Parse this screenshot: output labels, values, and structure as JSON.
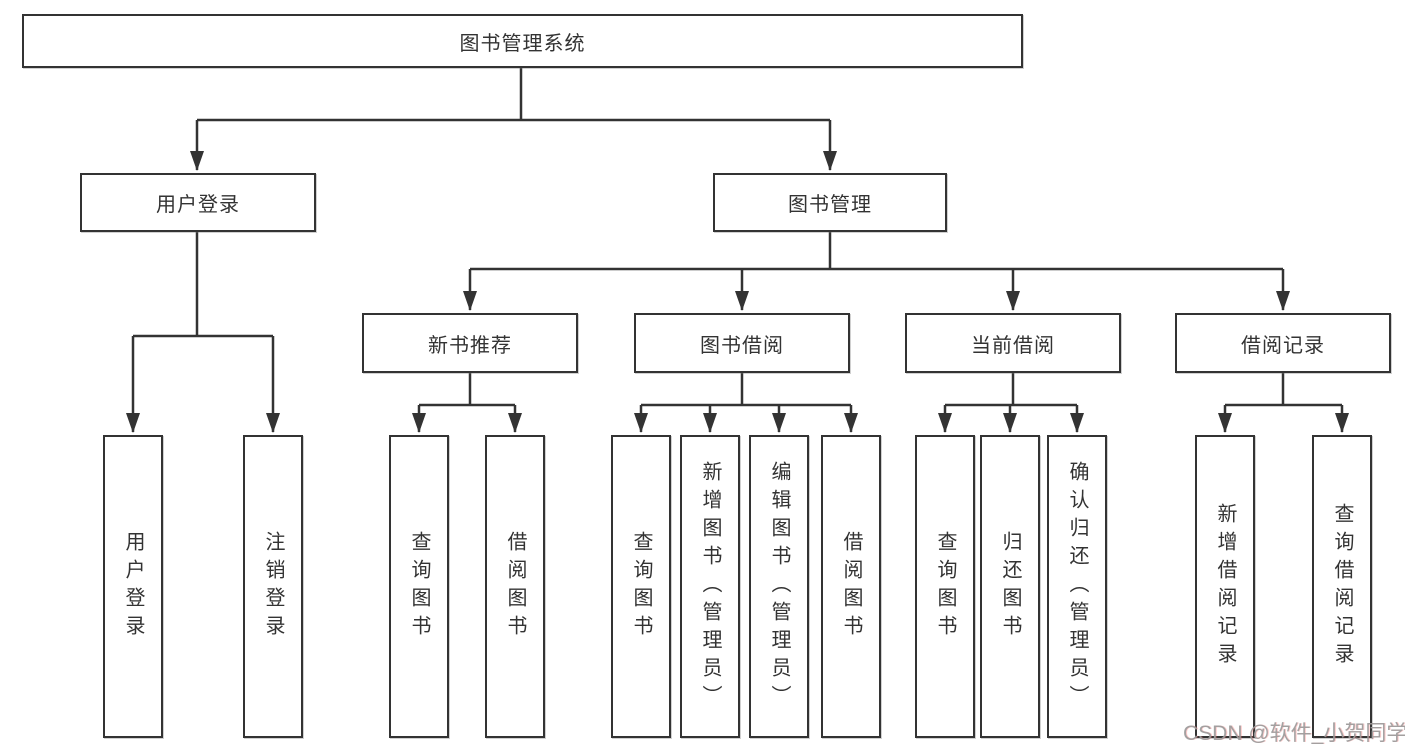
{
  "diagram": {
    "type": "hierarchy-tree",
    "colors": {
      "line": "#333333",
      "box_border": "#333333",
      "box_background": "#ffffff",
      "text": "#333333",
      "watermark_text": "#9b9b9b"
    },
    "root": {
      "label": "图书管理系统"
    },
    "level2": [
      {
        "label": "用户登录"
      },
      {
        "label": "图书管理"
      }
    ],
    "level3": [
      {
        "label": "新书推荐"
      },
      {
        "label": "图书借阅"
      },
      {
        "label": "当前借阅"
      },
      {
        "label": "借阅记录"
      }
    ],
    "leaves": {
      "user_login": [
        {
          "label": "用户登录"
        },
        {
          "label": "注销登录"
        }
      ],
      "new_book": [
        {
          "label": "查询图书"
        },
        {
          "label": "借阅图书"
        }
      ],
      "book_borrow": [
        {
          "label": "查询图书"
        },
        {
          "label": "新增图书（管理员）"
        },
        {
          "label": "编辑图书（管理员）"
        },
        {
          "label": "借阅图书"
        }
      ],
      "current_borrow": [
        {
          "label": "查询图书"
        },
        {
          "label": "归还图书"
        },
        {
          "label": "确认归还（管理员）"
        }
      ],
      "borrow_record": [
        {
          "label": "新增借阅记录"
        },
        {
          "label": "查询借阅记录"
        }
      ]
    },
    "watermark": "CSDN @软件_小贺同学"
  }
}
